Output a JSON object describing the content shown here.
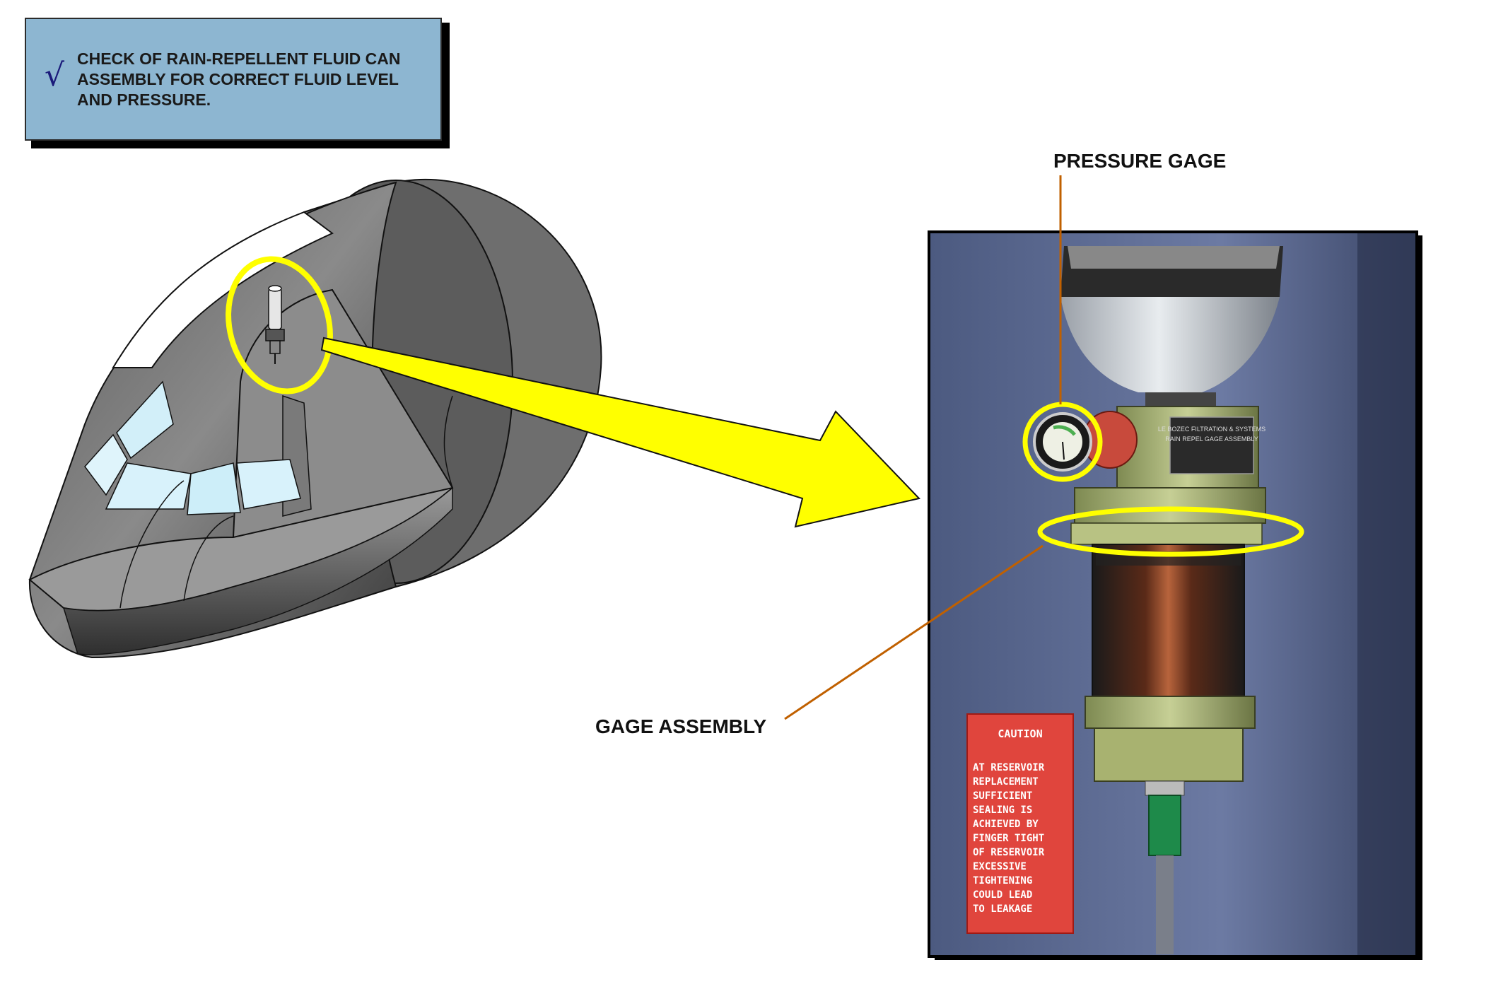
{
  "note": {
    "check_symbol": "√",
    "text": "CHECK OF RAIN-REPELLENT FLUID CAN ASSEMBLY FOR CORRECT FLUID LEVEL AND PRESSURE."
  },
  "labels": {
    "pressure_gage": "PRESSURE GAGE",
    "gage_assembly": "GAGE ASSEMBLY"
  },
  "photo": {
    "nameplate": [
      "LE BOZEC FILTRATION & SYSTEMS",
      "RAIN REPEL GAGE ASSEMBLY"
    ],
    "caution_title": "CAUTION",
    "caution_lines": [
      "AT RESERVOIR",
      "REPLACEMENT",
      "SUFFICIENT",
      "SEALING IS",
      "ACHIEVED BY",
      "FINGER TIGHT",
      "OF RESERVOIR",
      "EXCESSIVE",
      "TIGHTENING",
      "COULD LEAD",
      "TO LEAKAGE"
    ]
  },
  "colors": {
    "highlight": "#ffff00",
    "note_bg": "#8db6d1",
    "leader_line": "#c06000"
  }
}
